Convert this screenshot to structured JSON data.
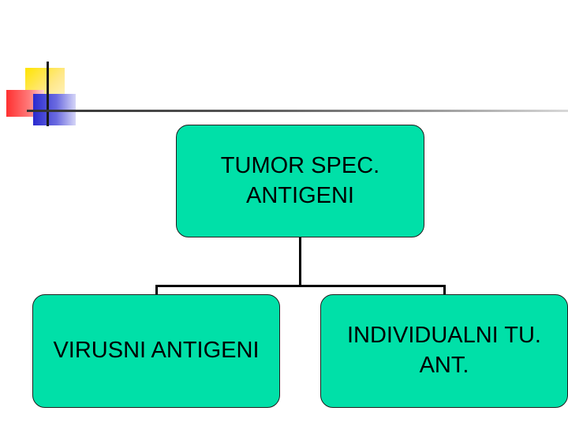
{
  "colors": {
    "node_fill": "#00e0a8",
    "node_border": "#1e1e1e",
    "connector": "#000000",
    "logo_yellow": "#ffe400",
    "logo_red": "#ff3030",
    "logo_blue": "#2a2acf"
  },
  "diagram": {
    "root": {
      "label": "TUMOR SPEC.\nANTIGENI"
    },
    "children": [
      {
        "label": "VIRUSNI ANTIGENI"
      },
      {
        "label": "INDIVIDUALNI TU.\nANT."
      }
    ]
  }
}
